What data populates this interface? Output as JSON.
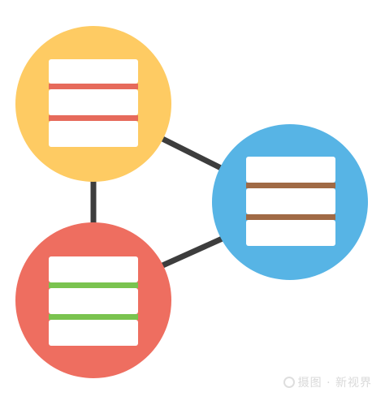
{
  "colors": {
    "background": "#ffffff",
    "connector": "#3d3d3d",
    "server_slab": "#ffffff"
  },
  "nodes": [
    {
      "id": "yellow",
      "circle_color": "#fecb63",
      "divider_color": "#e66a5b"
    },
    {
      "id": "blue",
      "circle_color": "#57b4e5",
      "divider_color": "#a06a45"
    },
    {
      "id": "red",
      "circle_color": "#ee6e60",
      "divider_color": "#7ac34f"
    }
  ],
  "icons": {
    "server": "database-server-icon"
  },
  "watermark": {
    "text": "摄图 · 新视界"
  }
}
